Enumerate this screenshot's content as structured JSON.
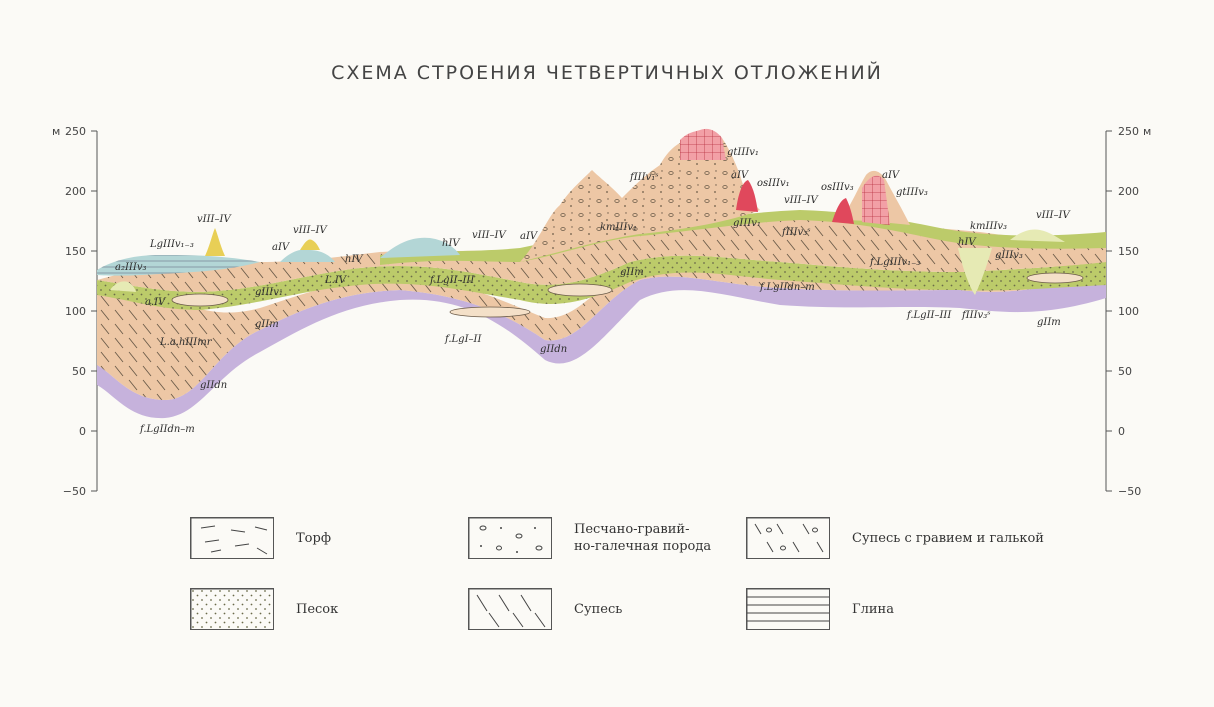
{
  "title": "СХЕМА СТРОЕНИЯ ЧЕТВЕРТИЧНЫХ ОТЛОЖЕНИЙ",
  "axis": {
    "left_unit": "м",
    "right_unit": "м",
    "ticks": [
      "250",
      "200",
      "150",
      "100",
      "50",
      "0",
      "−50"
    ]
  },
  "unit_labels": [
    "a₂IIIv₃",
    "LgIIIv₁₋₃",
    "vIII–IV",
    "aIV",
    "vIII–IV",
    "hIV",
    "hIV",
    "vIII–IV",
    "aIV",
    "kmIIIv₁",
    "fIIIv₁ˢ",
    "gtIIIv₁",
    "aIV",
    "osIIIv₁",
    "osIIIv₃",
    "aIV",
    "gtIIIv₃",
    "vIII–IV",
    "fIIIv₃ˢ",
    "gIIIv₁",
    "kmIIIv₃",
    "vIII–IV",
    "hIV",
    "gIIIv₃",
    "f.LgIIIv₁₋₃",
    "a.IV",
    "gIIIv₁",
    "L.IV",
    "f.LgII–III",
    "gIIm",
    "f.LgIIdn–m",
    "gIIm",
    "f.LgII–III",
    "fIIIv₃ˢ",
    "gIIm",
    "L.a.hIIImr",
    "f.LgI–II",
    "gIIdn",
    "gIIdn",
    "f.LgIIdn–m"
  ],
  "legend": [
    {
      "label": "Торф"
    },
    {
      "label": "Песчано-гравий-\nно-галечная порода"
    },
    {
      "label": "Супесь с гравием и галькой"
    },
    {
      "label": "Песок"
    },
    {
      "label": "Супесь"
    },
    {
      "label": "Глина"
    }
  ],
  "colors": {
    "peach": "#edc7a5",
    "green": "#bccb6a",
    "lavender": "#c6b2dc",
    "blue": "#b3d6d6",
    "yellow": "#e8cf56",
    "red": "#e0485c",
    "pale": "#e6eab4"
  }
}
